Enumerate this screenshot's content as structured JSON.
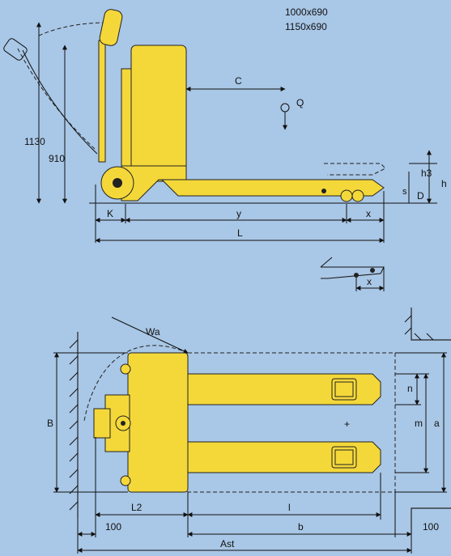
{
  "fork_sizes": [
    "1000x690",
    "1150x690"
  ],
  "side_view": {
    "labels": {
      "C": "C",
      "Q": "Q",
      "h1130": "1130",
      "h910": "910",
      "h3": "h3",
      "h": "h",
      "s": "s",
      "D": "D",
      "K": "K",
      "y": "y",
      "x": "x",
      "L": "L",
      "x2": "x"
    }
  },
  "top_view": {
    "labels": {
      "Wa": "Wa",
      "B": "B",
      "n": "n",
      "m": "m",
      "a": "a",
      "L2": "L2",
      "l": "l",
      "d100_left": "100",
      "b": "b",
      "d100_right": "100",
      "Ast": "Ast"
    }
  },
  "colors": {
    "background": "#a9c7e6",
    "truck_yellow": "#f4d83a"
  }
}
